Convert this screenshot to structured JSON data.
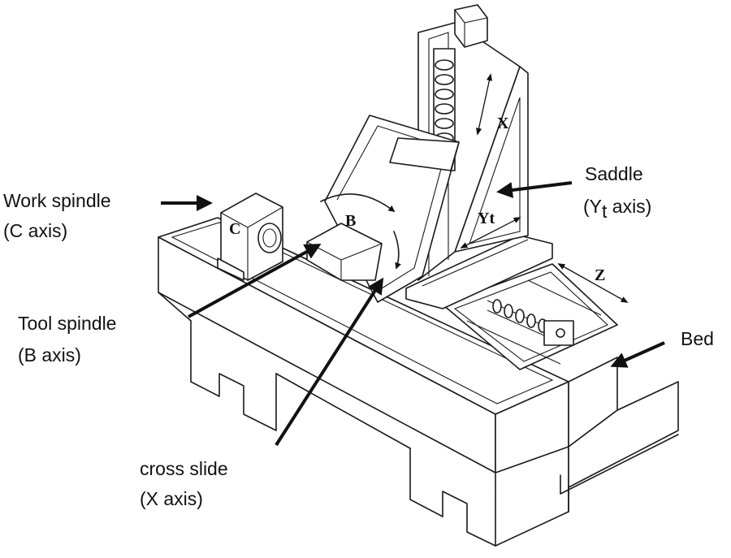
{
  "labels": {
    "work_spindle": "Work spindle",
    "work_spindle_axis": "(C axis)",
    "tool_spindle": "Tool spindle",
    "tool_spindle_axis": "(B axis)",
    "cross_slide": "cross slide",
    "cross_slide_axis": "(X axis)",
    "saddle": "Saddle",
    "saddle_axis_open": "(Y",
    "saddle_axis_sub": "t",
    "saddle_axis_close": " axis)",
    "bed": "Bed"
  },
  "axis_marks": {
    "c": "C",
    "b": "B",
    "x": "X",
    "yt": "Yt",
    "z": "Z"
  }
}
